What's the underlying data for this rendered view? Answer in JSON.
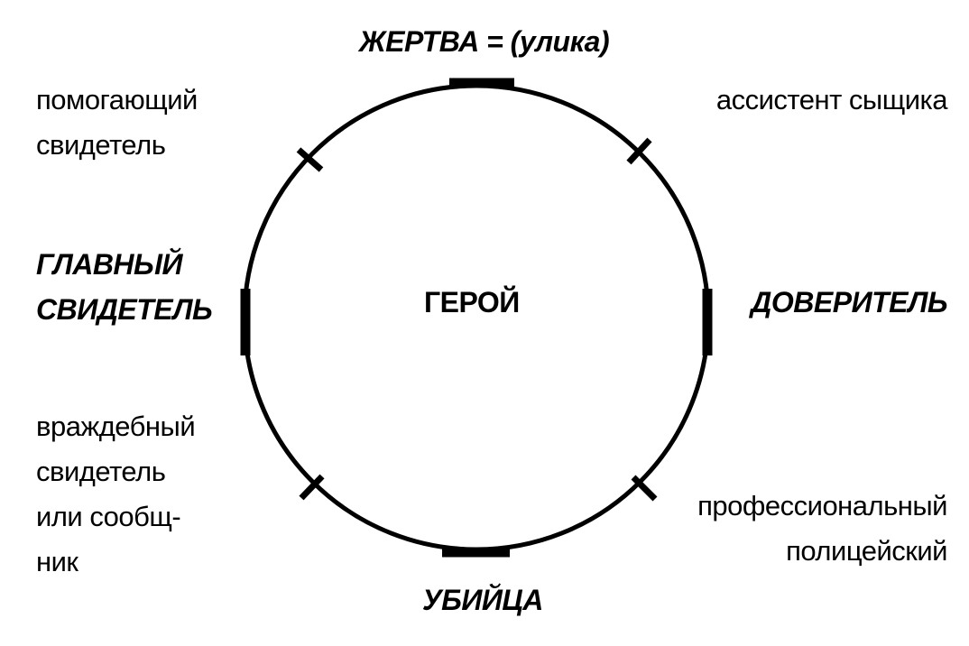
{
  "diagram": {
    "center": "ГЕРОЙ",
    "top": "ЖЕРТВА = (улика)",
    "bottom": "УБИЙЦА",
    "left": [
      "ГЛАВНЫЙ",
      "СВИДЕТЕЛЬ"
    ],
    "right": "ДОВЕРИТЕЛЬ",
    "top_left": [
      "помогающий",
      "свидетель"
    ],
    "top_right": "ассистент сыщика",
    "bottom_left": [
      "враждебный",
      "свидетель",
      "или сообщ-",
      "ник"
    ],
    "bottom_right": [
      "профессиональный",
      "полицейский"
    ]
  }
}
